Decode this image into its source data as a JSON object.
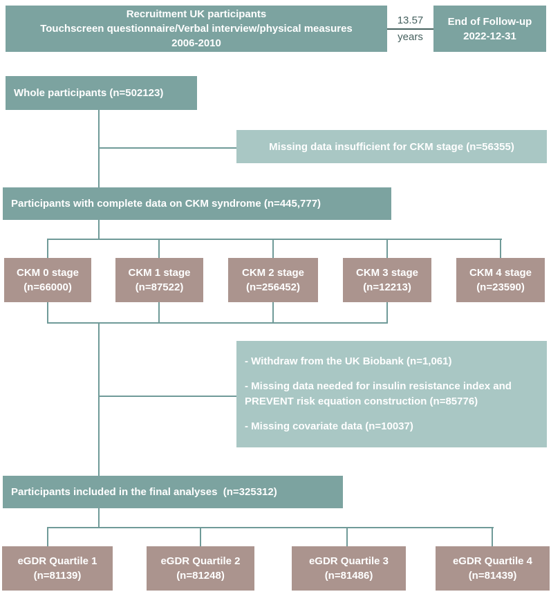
{
  "colors": {
    "dark_teal": "#7ca3a0",
    "light_teal": "#a9c7c4",
    "mauve": "#ab948e",
    "line": "#6f9a98",
    "timeline_text": "#45605e",
    "box_text": "#ffffff"
  },
  "header": {
    "recruitment": {
      "line1": "Recruitment UK participants",
      "line2": "Touchscreen questionnaire/Verbal interview/physical measures",
      "line3": "2006-2010"
    },
    "duration": {
      "value": "13.57",
      "unit": "years"
    },
    "followup": {
      "line1": "End of Follow-up",
      "line2": "2022-12-31"
    }
  },
  "flow": {
    "whole": "Whole participants (n=502123)",
    "missing_ckm": "Missing data insufficient for CKM stage (n=56355)",
    "complete": "Participants with complete data on CKM syndrome (n=445,777)",
    "ckm_stages": [
      {
        "line1": "CKM 0 stage",
        "line2": "(n=66000)"
      },
      {
        "line1": "CKM 1 stage",
        "line2": "(n=87522)"
      },
      {
        "line1": "CKM 2 stage",
        "line2": "(n=256452)"
      },
      {
        "line1": "CKM 3 stage",
        "line2": "(n=12213)"
      },
      {
        "line1": "CKM 4 stage",
        "line2": "(n=23590)"
      }
    ],
    "exclusions": [
      "- Withdraw from the UK Biobank (n=1,061)",
      "- Missing data needed for insulin resistance index and PREVENT risk equation construction (n=85776)",
      "- Missing covariate data (n=10037)"
    ],
    "final": "Participants included in the final analyses  (n=325312)",
    "quartiles": [
      {
        "line1": "eGDR Quartile 1",
        "line2": "(n=81139)"
      },
      {
        "line1": "eGDR Quartile 2",
        "line2": "(n=81248)"
      },
      {
        "line1": "eGDR Quartile 3",
        "line2": "(n=81486)"
      },
      {
        "line1": "eGDR Quartile 4",
        "line2": "(n=81439)"
      }
    ]
  }
}
